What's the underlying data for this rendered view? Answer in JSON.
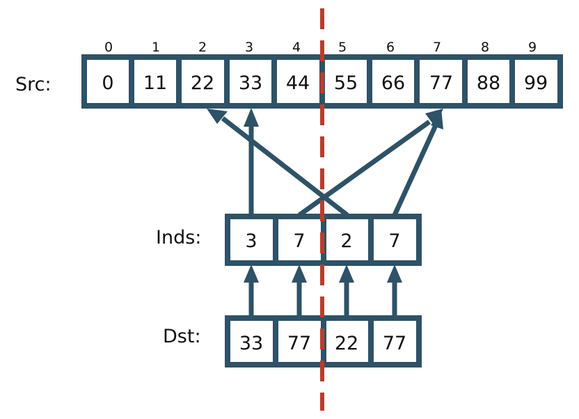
{
  "labels": {
    "src": "Src:",
    "inds": "Inds:",
    "dst": "Dst:"
  },
  "src": {
    "indices": [
      "0",
      "1",
      "2",
      "3",
      "4",
      "5",
      "6",
      "7",
      "8",
      "9"
    ],
    "values": [
      "0",
      "11",
      "22",
      "33",
      "44",
      "55",
      "66",
      "77",
      "88",
      "99"
    ]
  },
  "inds": {
    "values": [
      "3",
      "7",
      "2",
      "7"
    ]
  },
  "dst": {
    "values": [
      "33",
      "77",
      "22",
      "77"
    ]
  },
  "colors": {
    "box": "#2e5266",
    "divider": "#c0392b",
    "text": "#111111"
  }
}
